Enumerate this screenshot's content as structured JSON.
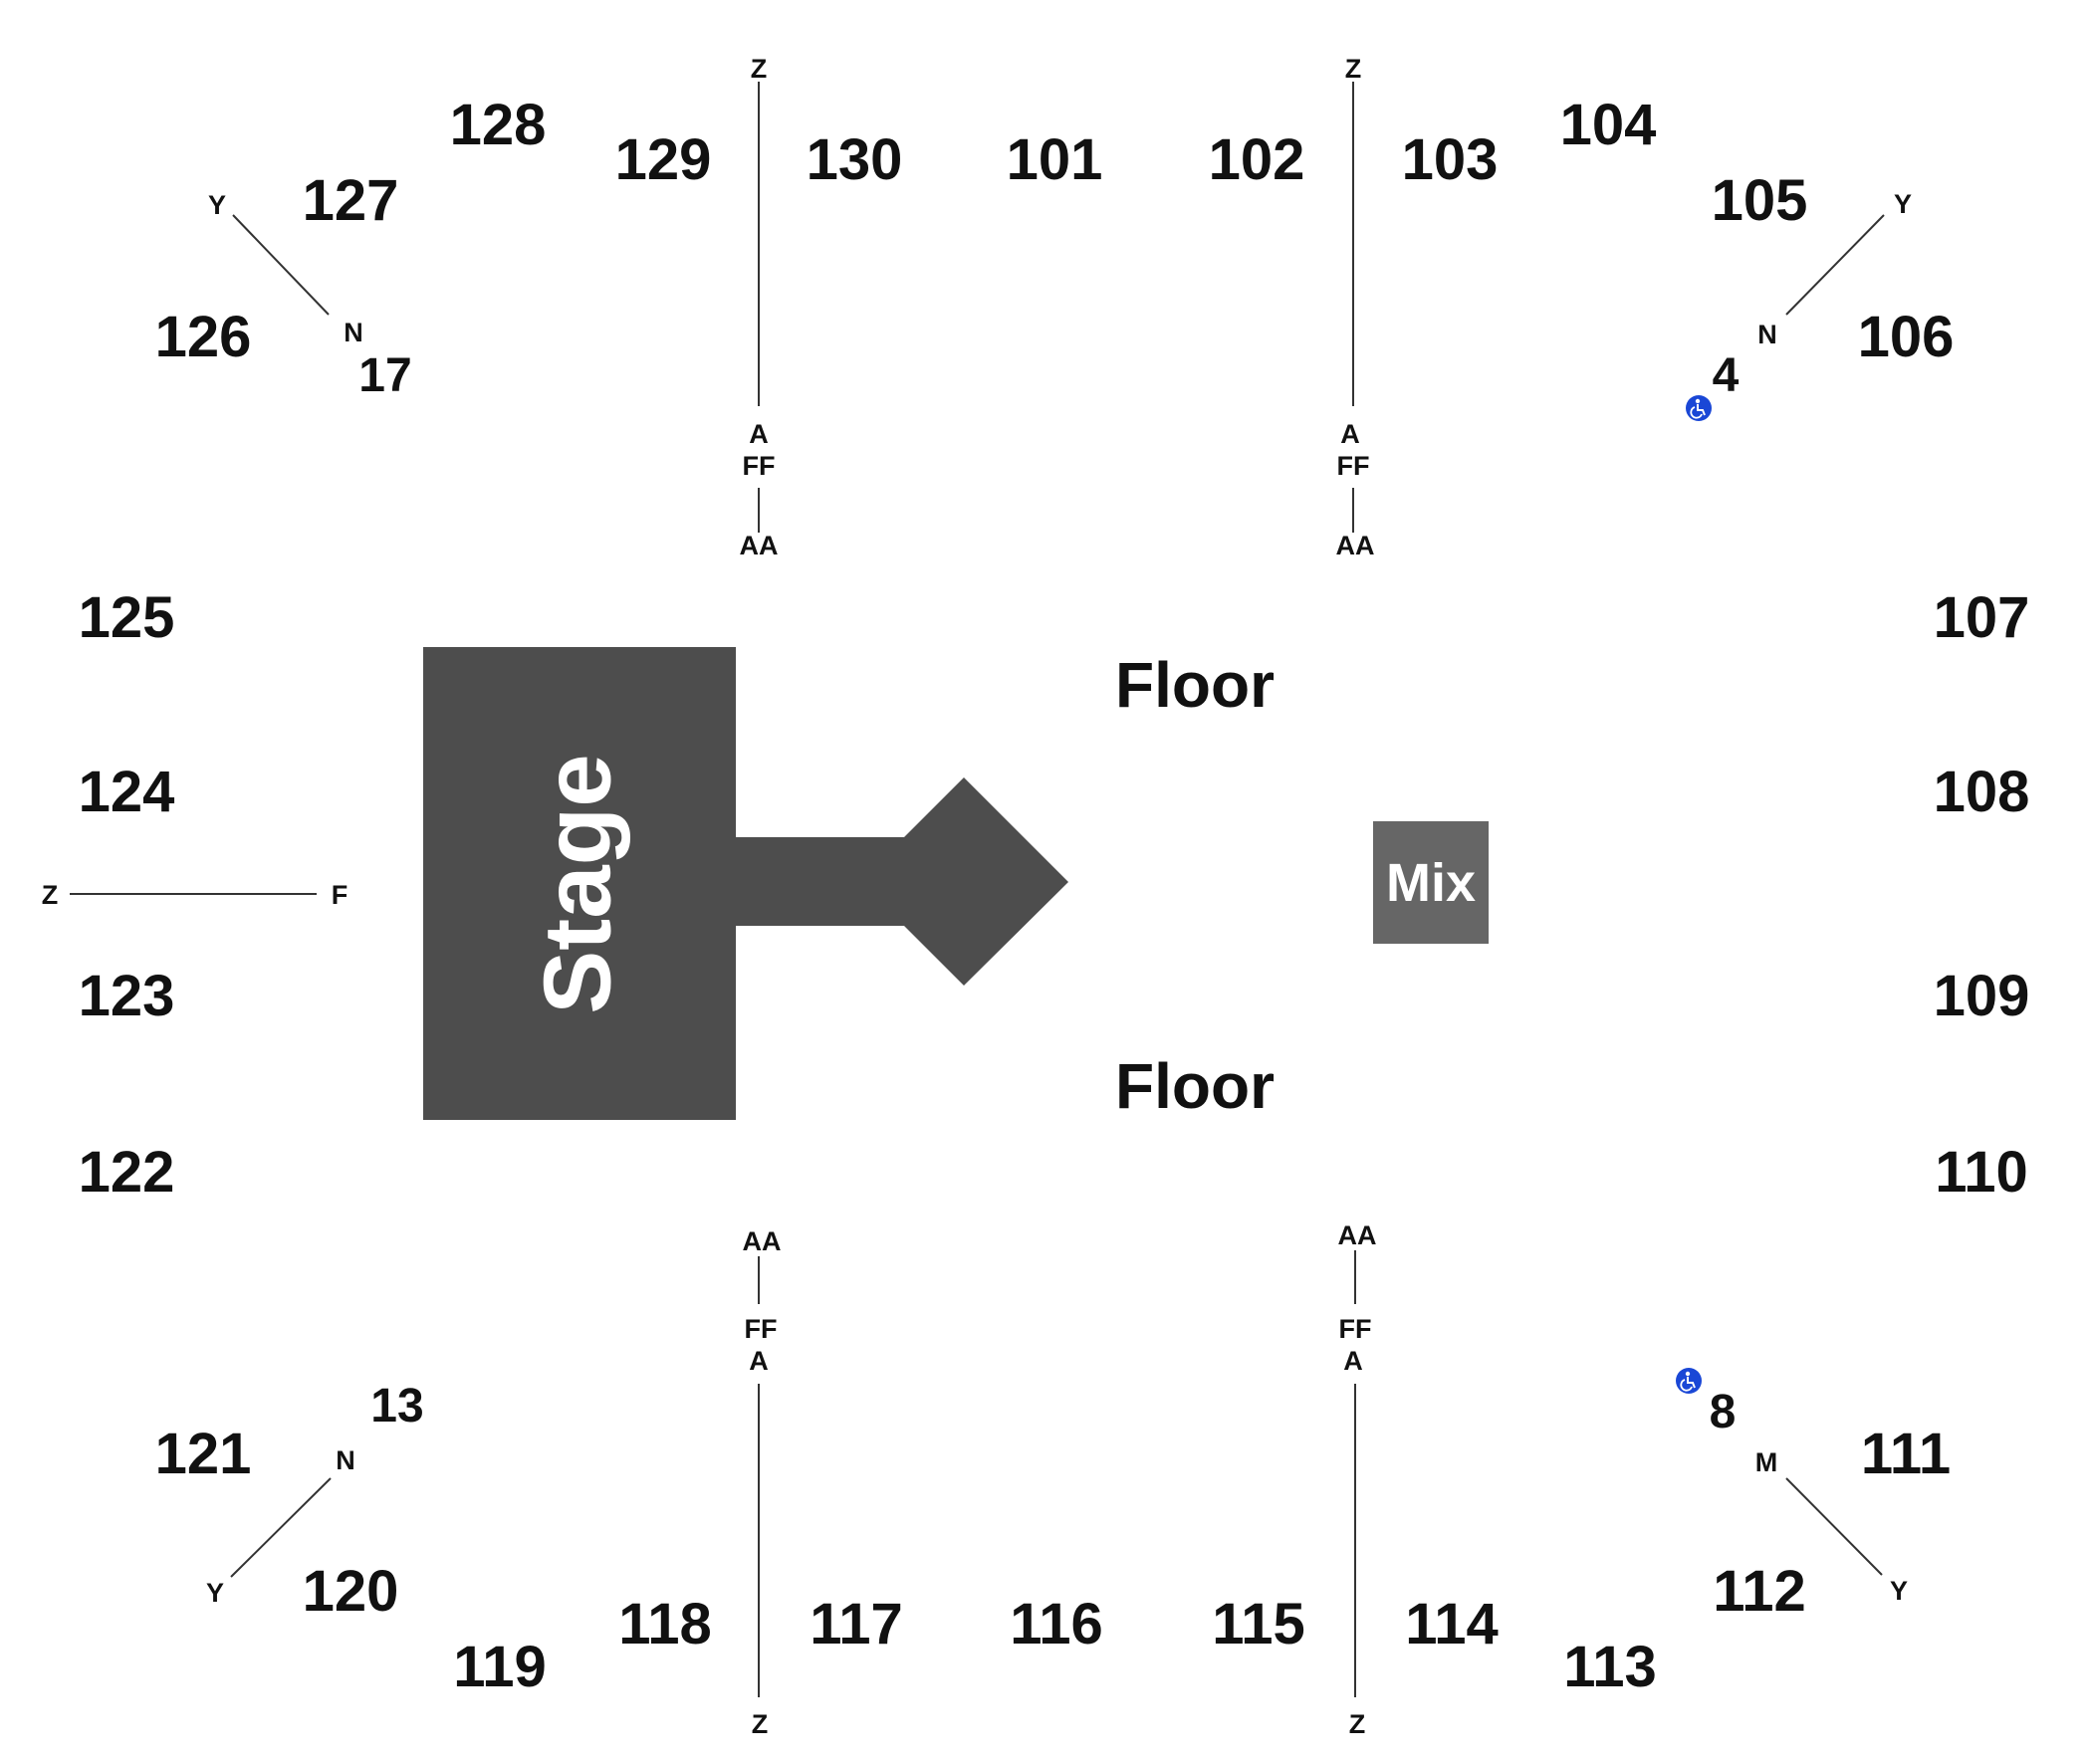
{
  "colors": {
    "stage": "#4d4d4d",
    "mix": "#666666",
    "text": "#111111",
    "accessible": "#1a47d6"
  },
  "stage_label": "Stage",
  "mix_label": "Mix",
  "floor_labels": [
    "Floor",
    "Floor"
  ],
  "sections": {
    "top": [
      "128",
      "129",
      "130",
      "101",
      "102",
      "103",
      "104"
    ],
    "upper_left": [
      "127",
      "126"
    ],
    "upper_right": [
      "105",
      "106"
    ],
    "left": [
      "125",
      "124",
      "123",
      "122"
    ],
    "right": [
      "107",
      "108",
      "109",
      "110"
    ],
    "lower_left": [
      "121",
      "120"
    ],
    "lower_right": [
      "111",
      "112"
    ],
    "bottom": [
      "119",
      "118",
      "117",
      "116",
      "115",
      "114",
      "113"
    ]
  },
  "row_markers": {
    "top_left_aisle": [
      "Z",
      "A",
      "FF",
      "AA"
    ],
    "top_right_aisle": [
      "Z",
      "A",
      "FF",
      "AA"
    ],
    "bottom_left_aisle": [
      "AA",
      "FF",
      "A",
      "Z"
    ],
    "bottom_right_aisle": [
      "AA",
      "FF",
      "A",
      "Z"
    ],
    "left_aisle": [
      "Z",
      "F"
    ],
    "ul_diagonal": [
      "Y",
      "N"
    ],
    "ur_diagonal": [
      "Y",
      "N"
    ],
    "ll_diagonal": [
      "N",
      "Y"
    ],
    "lr_diagonal": [
      "M",
      "Y"
    ]
  },
  "seat_notes": [
    "17",
    "4",
    "13",
    "8"
  ],
  "accessible_icon": "wheelchair-icon"
}
